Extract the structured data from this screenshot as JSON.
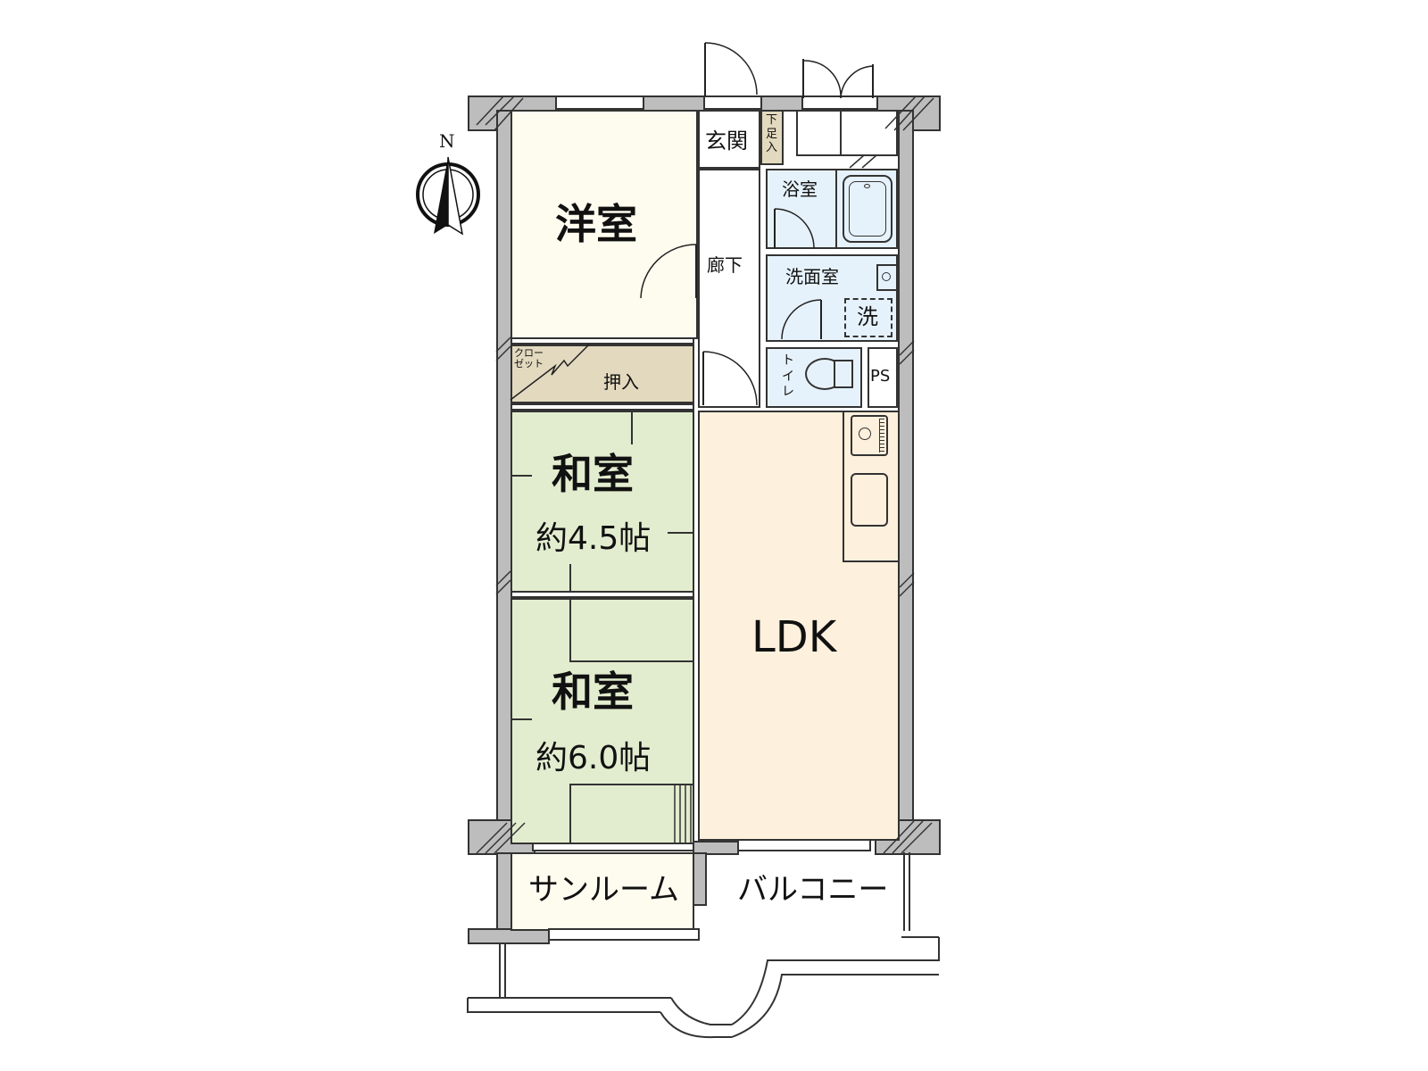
{
  "compass": {
    "label": "N"
  },
  "rooms": {
    "western": {
      "label": "洋室"
    },
    "closet": {
      "label": "クロー\nゼット",
      "line1": "クロー",
      "line2": "ゼット"
    },
    "oshiire": {
      "label": "押入"
    },
    "japanese1": {
      "label": "和室",
      "size": "約4.5帖"
    },
    "japanese2": {
      "label": "和室",
      "size": "約6.0帖"
    },
    "entrance": {
      "label": "玄関"
    },
    "shoebox": {
      "label": "下足入"
    },
    "hallway": {
      "label": "廊下"
    },
    "bath": {
      "label": "浴室"
    },
    "washroom": {
      "label": "洗面室"
    },
    "washer": {
      "label": "洗"
    },
    "toilet": {
      "label": "トイレ"
    },
    "ps": {
      "label": "PS"
    },
    "ldk": {
      "label": "LDK"
    },
    "sunroom": {
      "label": "サンルーム"
    },
    "balcony": {
      "label": "バルコニー"
    }
  },
  "colors": {
    "western": "#fefcef",
    "closet": "#e3d9bf",
    "tatami": "#e2edcf",
    "ldk": "#fdf0dc",
    "wet": "#e6f2fb",
    "sunroom": "#fefcef",
    "wall": "#bdbdbd"
  }
}
